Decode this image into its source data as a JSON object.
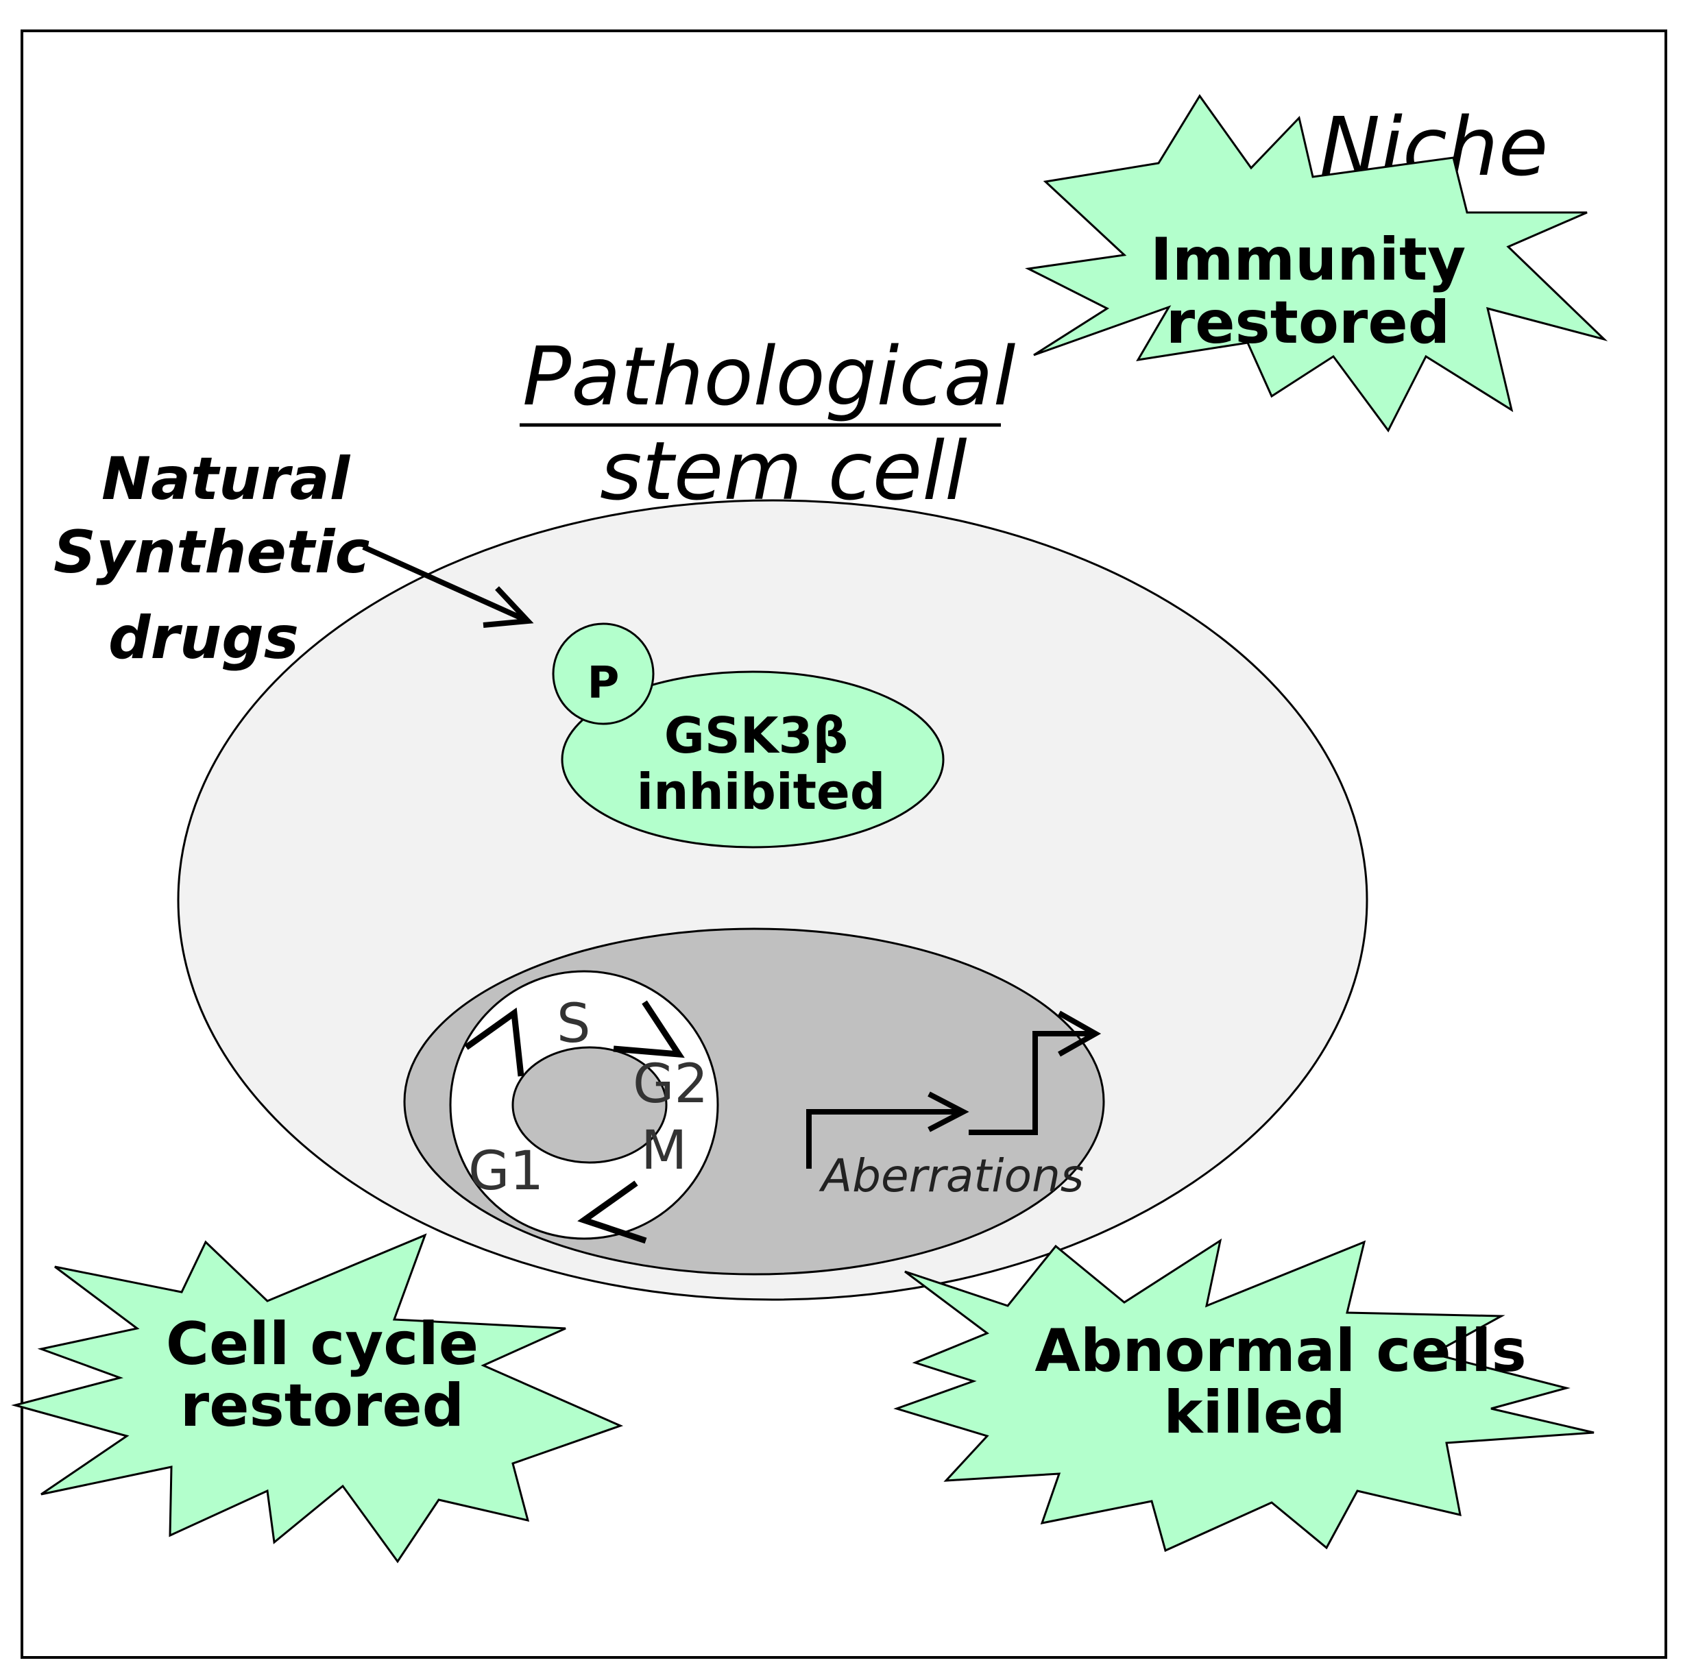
{
  "niche_label": "Niche",
  "cell_label": {
    "line1": "Pathological",
    "line2": "stem cell"
  },
  "drugs_label": {
    "line1": "Natural",
    "line2": "Synthetic",
    "line3": "drugs"
  },
  "phospho_label": "P",
  "gsk_label": {
    "line1": "GSK3β",
    "line2": "inhibited"
  },
  "cycle_phases": {
    "s": "S",
    "g2": "G2",
    "m": "M",
    "g1": "G1"
  },
  "aberrations_label": "Aberrations",
  "outcomes": {
    "immunity": {
      "line1": "Immunity",
      "line2": "restored"
    },
    "cell_cycle": {
      "line1": "Cell cycle",
      "line2": "restored"
    },
    "abnormal": {
      "line1": "Abnormal cells",
      "line2": "killed"
    }
  },
  "colors": {
    "mint": "#b3ffcc",
    "cytoplasm": "#f2f2f2",
    "nucleus": "#c0c0c0",
    "stroke": "#000000"
  }
}
